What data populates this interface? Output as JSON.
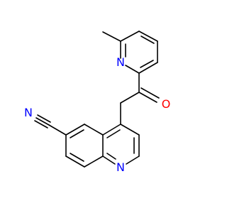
{
  "molecule": {
    "atoms": {
      "pyridine_n": {
        "label": "N",
        "color": "#0000ff"
      },
      "quinoline_n": {
        "label": "N",
        "color": "#0000ff"
      },
      "nitrile_n": {
        "label": "N",
        "color": "#0000ff"
      },
      "ketone_o": {
        "label": "O",
        "color": "#ff0000"
      }
    },
    "colors": {
      "bond": "#000000",
      "background": "#ffffff"
    }
  }
}
